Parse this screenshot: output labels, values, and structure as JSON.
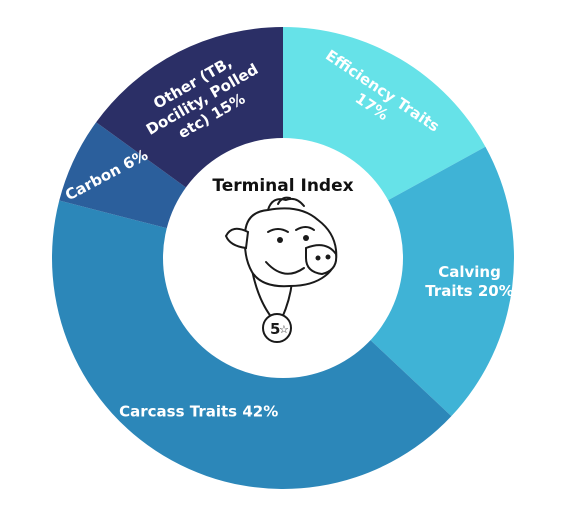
{
  "chart_data": {
    "type": "pie",
    "style": "donut",
    "center_title": "Terminal Index",
    "slices": [
      {
        "label": [
          "Efficiency Traits",
          "17%"
        ],
        "value": 17,
        "color": "#66e2e8"
      },
      {
        "label": [
          "Calving",
          "Traits 20%"
        ],
        "value": 20,
        "color": "#3fb3d6"
      },
      {
        "label": [
          "Carcass Traits 42%"
        ],
        "value": 42,
        "color": "#2c87b9"
      },
      {
        "label": [
          "Carbon 6%"
        ],
        "value": 6,
        "color": "#2b5f9c"
      },
      {
        "label": [
          "Other (TB,",
          "Docility, Polled",
          "etc) 15%"
        ],
        "value": 15,
        "color": "#2b2f66"
      }
    ],
    "badge_text": "5"
  }
}
